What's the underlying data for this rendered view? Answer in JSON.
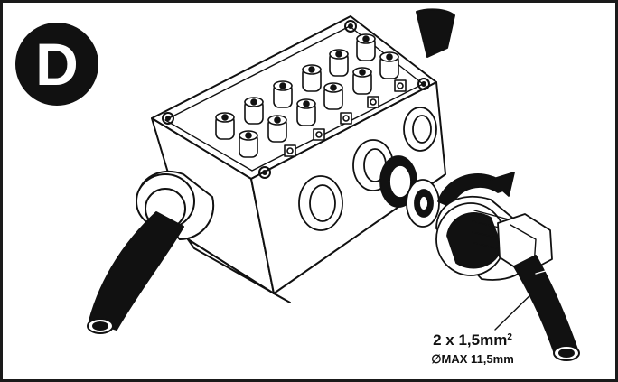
{
  "badge": {
    "letter": "D"
  },
  "spec": {
    "cable": "2 x 1,5mm",
    "cable_sup": "2",
    "max_diameter": "∅MAX 11,5mm"
  },
  "colors": {
    "ink": "#111111",
    "paper": "#ffffff"
  }
}
